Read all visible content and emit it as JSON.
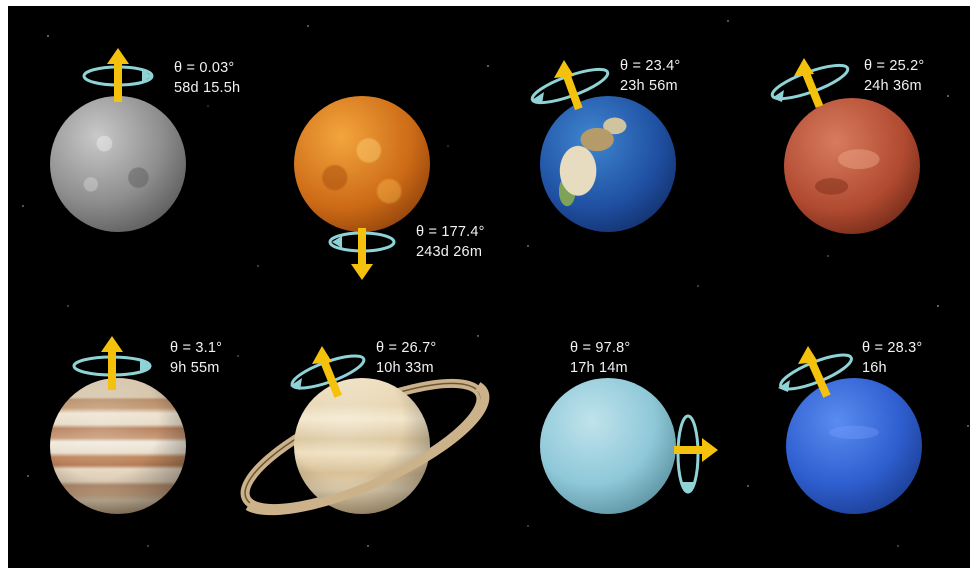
{
  "scene": {
    "background": "#000000",
    "arrow_color": "#f4c20d",
    "ring_arrow_color": "#8fd3d6"
  },
  "planets": [
    {
      "name": "mercury",
      "tilt": "θ = 0.03°",
      "period": "58d 15.5h"
    },
    {
      "name": "venus",
      "tilt": "θ = 177.4°",
      "period": "243d 26m"
    },
    {
      "name": "earth",
      "tilt": "θ = 23.4°",
      "period": "23h 56m"
    },
    {
      "name": "mars",
      "tilt": "θ = 25.2°",
      "period": "24h 36m"
    },
    {
      "name": "jupiter",
      "tilt": "θ = 3.1°",
      "period": "9h 55m"
    },
    {
      "name": "saturn",
      "tilt": "θ = 26.7°",
      "period": "10h 33m"
    },
    {
      "name": "uranus",
      "tilt": "θ = 97.8°",
      "period": "17h 14m"
    },
    {
      "name": "neptune",
      "tilt": "θ = 28.3°",
      "period": "16h"
    }
  ]
}
